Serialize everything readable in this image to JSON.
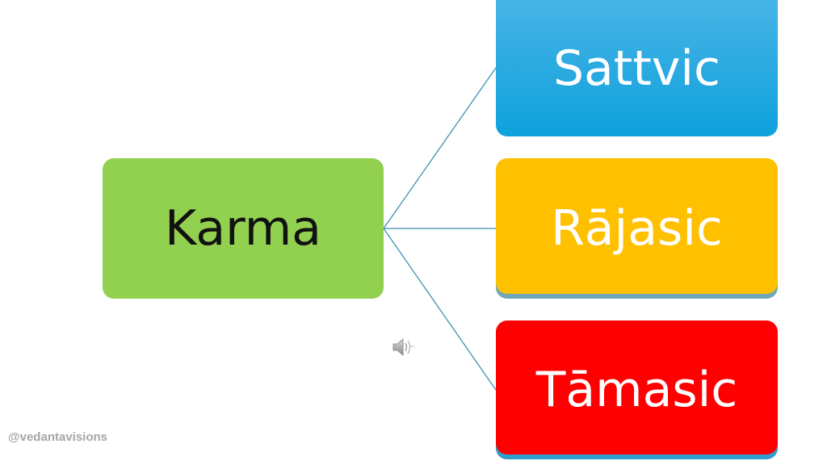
{
  "diagram": {
    "root": {
      "label": "Karma",
      "color": "#92d050"
    },
    "children": [
      {
        "label": "Sattvic",
        "color": "#0ea1dc",
        "color_top": "#47b4e6"
      },
      {
        "label": "Rājasic",
        "color": "#ffc000"
      },
      {
        "label": "Tāmasic",
        "color": "#ff0000"
      }
    ],
    "connector_color": "#3f8fb4"
  },
  "icons": {
    "speaker": "speaker-icon"
  },
  "watermark": {
    "text": "@vedantavisions"
  }
}
